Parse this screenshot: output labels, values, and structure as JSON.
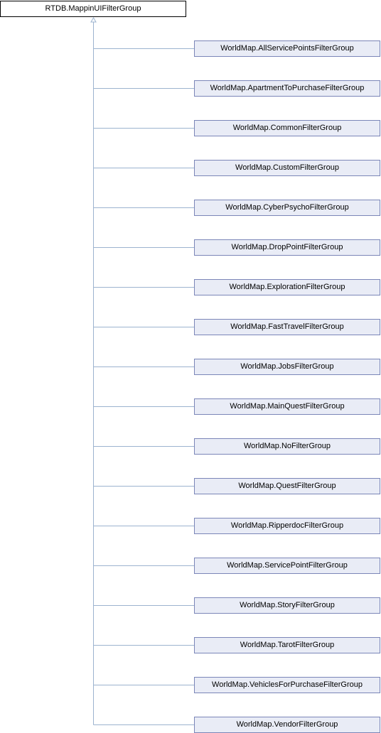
{
  "base_class": {
    "label": "RTDB.MappinUIFilterGroup"
  },
  "derived_classes": [
    {
      "label": "WorldMap.AllServicePointsFilterGroup"
    },
    {
      "label": "WorldMap.ApartmentToPurchaseFilterGroup"
    },
    {
      "label": "WorldMap.CommonFilterGroup"
    },
    {
      "label": "WorldMap.CustomFilterGroup"
    },
    {
      "label": "WorldMap.CyberPsychoFilterGroup"
    },
    {
      "label": "WorldMap.DropPointFilterGroup"
    },
    {
      "label": "WorldMap.ExplorationFilterGroup"
    },
    {
      "label": "WorldMap.FastTravelFilterGroup"
    },
    {
      "label": "WorldMap.JobsFilterGroup"
    },
    {
      "label": "WorldMap.MainQuestFilterGroup"
    },
    {
      "label": "WorldMap.NoFilterGroup"
    },
    {
      "label": "WorldMap.QuestFilterGroup"
    },
    {
      "label": "WorldMap.RipperdocFilterGroup"
    },
    {
      "label": "WorldMap.ServicePointFilterGroup"
    },
    {
      "label": "WorldMap.StoryFilterGroup"
    },
    {
      "label": "WorldMap.TarotFilterGroup"
    },
    {
      "label": "WorldMap.VehiclesForPurchaseFilterGroup"
    },
    {
      "label": "WorldMap.VendorFilterGroup"
    }
  ],
  "colors": {
    "edge": "#9cb3cf",
    "child_fill": "#e9ecf6",
    "child_border": "#7b86b8",
    "base_fill": "#ffffff",
    "base_border": "#000000"
  }
}
